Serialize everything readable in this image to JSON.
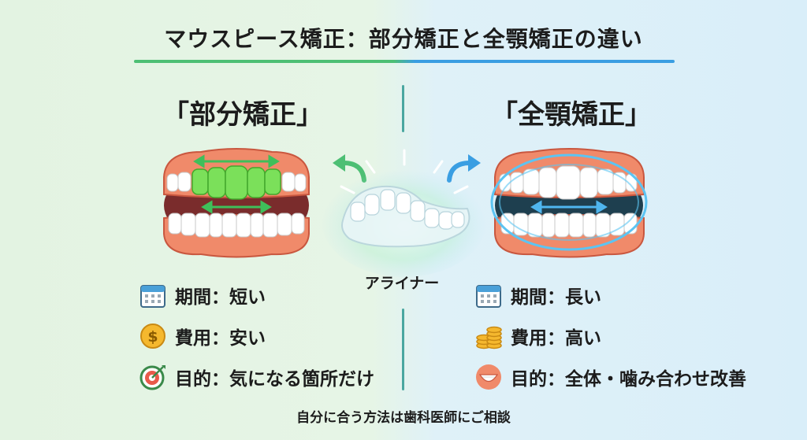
{
  "title": "マウスピース矯正：部分矯正と全顎矯正の違い",
  "left": {
    "heading": "「部分矯正」",
    "items": [
      {
        "icon": "calendar-icon",
        "text": "期間：短い"
      },
      {
        "icon": "dollar-coin-icon",
        "text": "費用：安い"
      },
      {
        "icon": "target-icon",
        "text": "目的：気になる箇所だけ"
      }
    ]
  },
  "right": {
    "heading": "「全顎矯正」",
    "items": [
      {
        "icon": "calendar-icon",
        "text": "期間：長い"
      },
      {
        "icon": "coin-stack-icon",
        "text": "費用：高い"
      },
      {
        "icon": "smile-icon",
        "text": "目的：全体・噛み合わせ改善"
      }
    ]
  },
  "center": {
    "aligner_label": "アライナー"
  },
  "footer": "自分に合う方法は歯科医師にご相談",
  "colors": {
    "green_accent": "#4dbf74",
    "blue_accent": "#3a9ee2",
    "gum": "#f08a6a",
    "highlight_teeth": "#7be05a",
    "dark_mouth": "#1e3f4f"
  }
}
